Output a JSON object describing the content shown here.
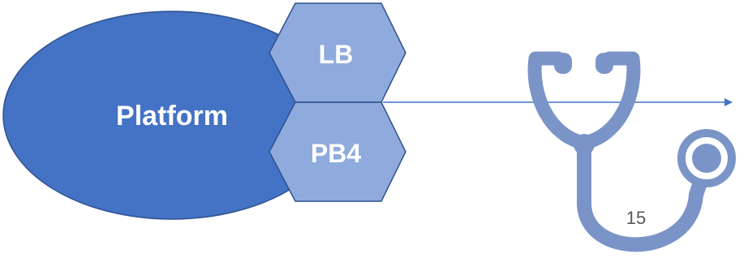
{
  "diagram": {
    "platform_label": "Platform",
    "hexagons": [
      {
        "label": "LB"
      },
      {
        "label": "PB4"
      }
    ],
    "page_number": "15",
    "icon": "stethoscope-icon",
    "colors": {
      "platform_fill": "#4472c4",
      "platform_stroke": "#2f528f",
      "hex_fill": "#8faadc",
      "hex_stroke": "#2f528f",
      "arrow": "#4472c4",
      "icon": "#7a94c8",
      "label_text": "#ffffff",
      "page_number_text": "#595959"
    }
  }
}
